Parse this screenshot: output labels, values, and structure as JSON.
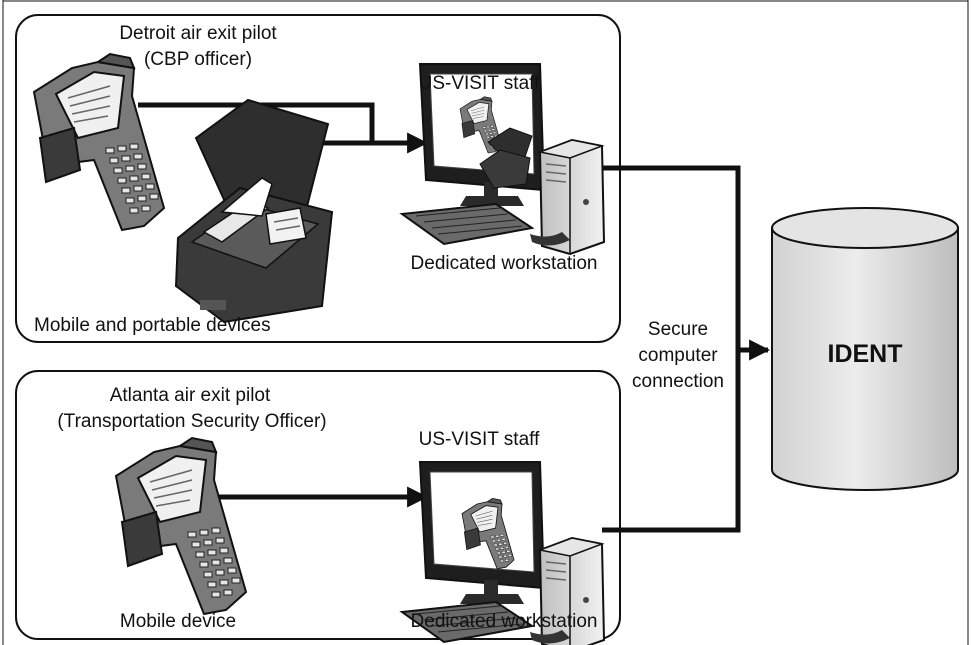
{
  "diagram": {
    "detroit_group": {
      "title_line1": "Detroit air exit pilot",
      "title_line2": "(CBP officer)",
      "staff_label": "US-VISIT staff",
      "workstation_label": "Dedicated workstation",
      "devices_label": "Mobile and portable devices"
    },
    "atlanta_group": {
      "title_line1": "Atlanta air exit pilot",
      "title_line2": "(Transportation Security Officer)",
      "staff_label": "US-VISIT staff",
      "workstation_label": "Dedicated workstation",
      "devices_label": "Mobile device"
    },
    "connection": {
      "line1": "Secure",
      "line2": "computer",
      "line3": "connection"
    },
    "database": {
      "label": "IDENT"
    },
    "icons": [
      "handheld-scanner-icon",
      "portable-case-icon",
      "workstation-icon",
      "database-cylinder-icon"
    ]
  }
}
